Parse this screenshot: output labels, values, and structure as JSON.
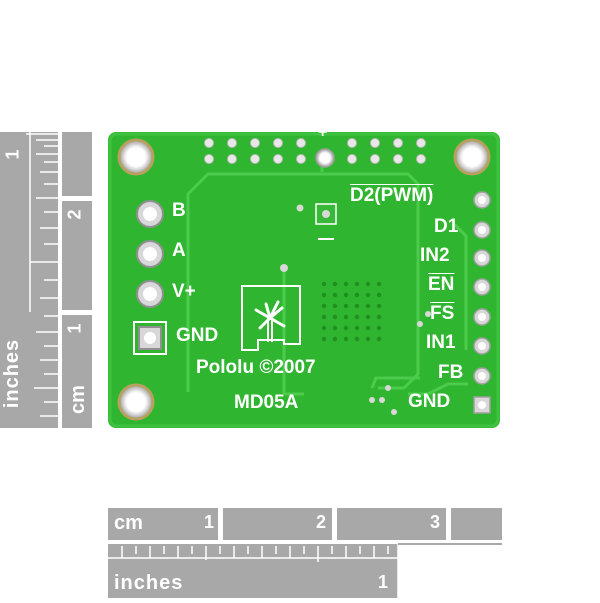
{
  "board": {
    "pins_left": [
      "B",
      "A",
      "V+",
      "GND"
    ],
    "pins_right": [
      "D2(PWM)",
      "D1",
      "IN2",
      "EN",
      "FS",
      "IN1",
      "FB",
      "GND"
    ],
    "plus_mark": "+",
    "minus_mark": "−",
    "brand": "Pololu",
    "copyright_symbol": "©",
    "year": "2007",
    "model": "MD05A"
  },
  "ruler_vertical": {
    "units_inches": "inches",
    "units_cm": "cm",
    "inch_mark": "1",
    "cm_marks": [
      "2",
      "1"
    ]
  },
  "ruler_horizontal": {
    "units_cm": "cm",
    "cm_marks": [
      "1",
      "2",
      "3"
    ],
    "units_inches": "inches",
    "inch_mark": "1"
  },
  "colors": {
    "pcb_green": "#2fb52f",
    "pcb_light": "#5fd65f",
    "ruler_gray": "#a8a8a8",
    "pad_silver": "#d8d8d8"
  }
}
